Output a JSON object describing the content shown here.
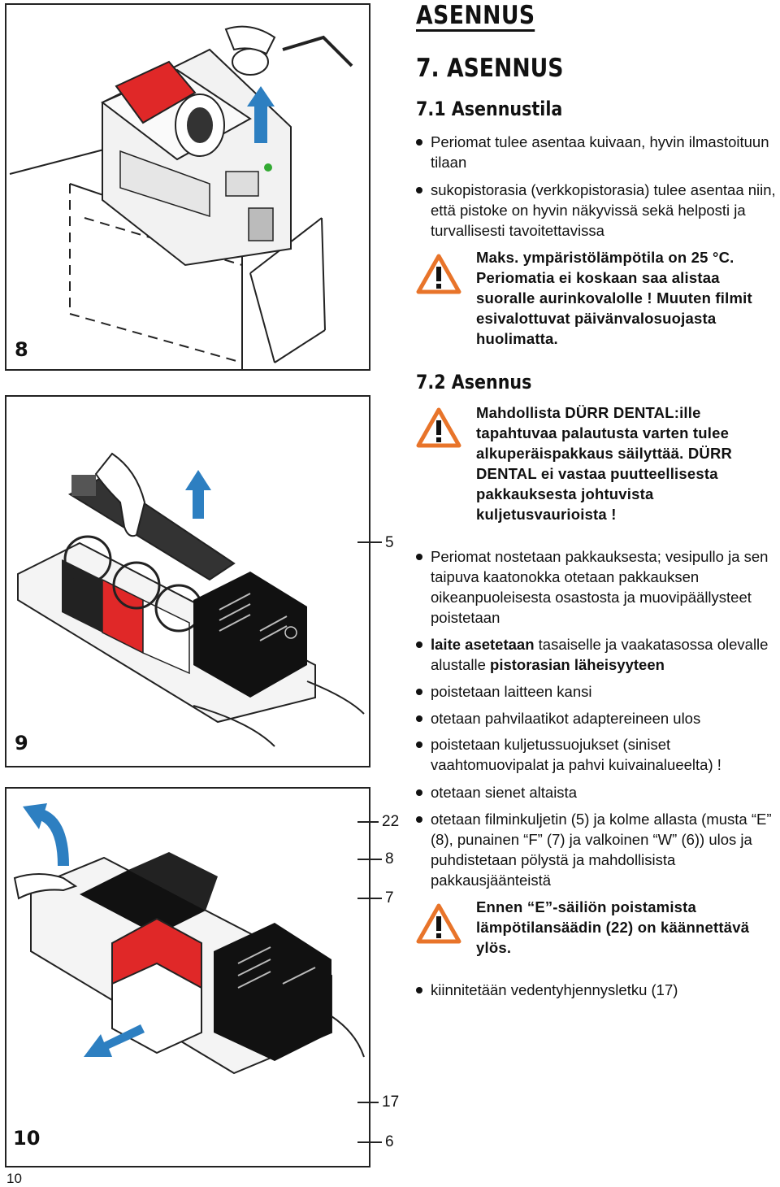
{
  "header": {
    "title": "ASENNUS"
  },
  "section": {
    "title": "7. ASENNUS"
  },
  "sub1": {
    "title": "7.1 Asennustila",
    "bullets": [
      "Periomat tulee asentaa kuivaan, hyvin ilmastoituun tilaan",
      "sukopistorasia (verkkopistorasia) tulee asentaa niin, että pistoke on hyvin näkyvissä sekä helposti ja turvallisesti tavoitettavissa"
    ],
    "warning": "Maks. ympäristölämpötila on 25 °C. Periomatia ei koskaan saa alistaa suoralle aurinkovalolle ! Muuten filmit esivalottuvat päivänvalosuojasta huolimatta."
  },
  "sub2": {
    "title": "7.2 Asennus",
    "warning": "Mahdollista DÜRR DENTAL:ille tapahtuvaa palautusta varten tulee alkuperäispakkaus säilyttää. DÜRR DENTAL ei vastaa puutteellisesta pakkauksesta johtuvista kuljetusvaurioista !",
    "bullet1": "Periomat nostetaan pakkauksesta; vesipullo ja sen taipuva kaatonokka otetaan pakkauksen oikeanpuoleisesta osastosta ja muovipäällysteet poistetaan",
    "bullet2": {
      "bold_a": "laite asetetaan",
      "plain_a": " tasaiselle ja vaakatasossa olevalle alustalle ",
      "bold_b": "pistorasian läheisyyteen"
    },
    "bullet3": "poistetaan laitteen kansi",
    "bullet4": "otetaan pahvilaatikot adaptereineen ulos",
    "bullet5": "poistetaan kuljetussuojukset (siniset vaahtomuovipalat ja pahvi kuivainalueelta) !",
    "bullet6": "otetaan sienet altaista",
    "bullet7": "otetaan filminkuljetin (5) ja kolme allasta (musta “E” (8), punainen “F” (7) ja valkoinen “W” (6)) ulos ja puhdistetaan pölystä ja mahdollisista pakkausjäänteistä",
    "warning2": "Ennen “E”-säiliön poistamista lämpötilansäädin (22) on käännettävä ylös.",
    "bullet8": "kiinnitetään vedentyhjennysletku (17)"
  },
  "figures": {
    "fig8": {
      "number": "8"
    },
    "fig9": {
      "number": "9",
      "callout": "5"
    },
    "fig10": {
      "number": "10",
      "callouts": [
        "22",
        "8",
        "7",
        "17",
        "6"
      ]
    }
  },
  "footer": {
    "page_number": "10"
  },
  "colors": {
    "warning_orange": "#E8742A",
    "arrow_blue": "#2D7FC1",
    "tank_red": "#E02828"
  }
}
